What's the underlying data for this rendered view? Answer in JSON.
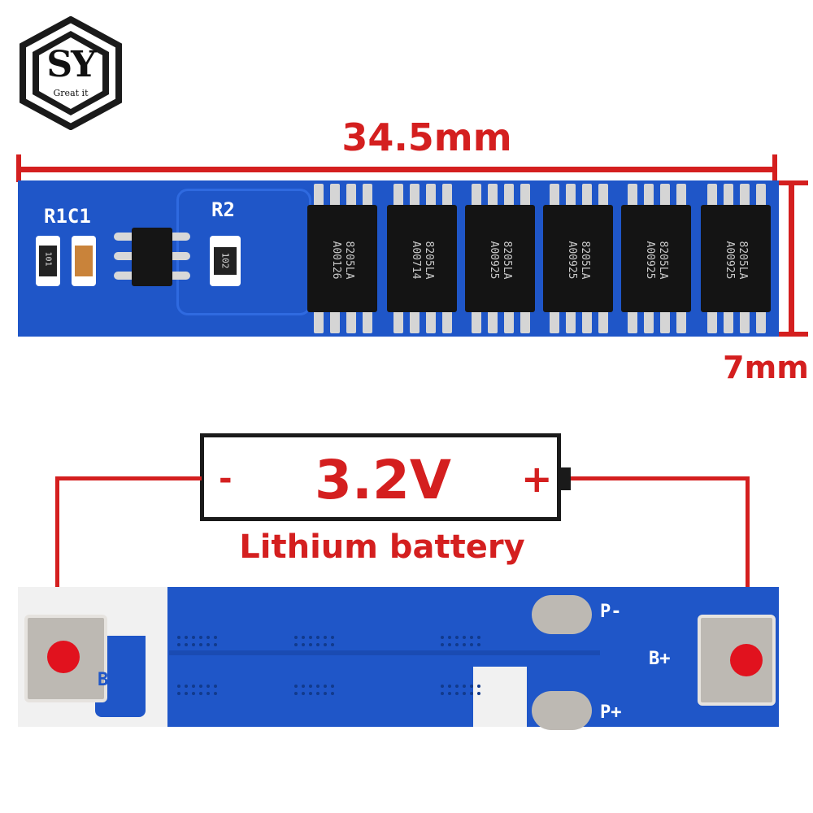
{
  "logo": {
    "letters": "SY",
    "tagline": "Great it"
  },
  "dimensions": {
    "length": "34.5mm",
    "width": "7mm"
  },
  "top_board": {
    "silkscreen": {
      "r1c1": "R1C1",
      "r2": "R2",
      "r1_code": "101",
      "r2_code": "102"
    },
    "mosfets": [
      {
        "line1": "8205LA",
        "line2": "A00126"
      },
      {
        "line1": "8205LA",
        "line2": "A00714"
      },
      {
        "line1": "8205LA",
        "line2": "A00925"
      },
      {
        "line1": "8205LA",
        "line2": "A00925"
      },
      {
        "line1": "8205LA",
        "line2": "A00925"
      },
      {
        "line1": "8205LA",
        "line2": "A00925"
      }
    ]
  },
  "battery": {
    "voltage": "3.2V",
    "minus": "-",
    "plus": "+",
    "caption": "Lithium battery"
  },
  "bottom_board": {
    "b_minus": "B-",
    "b_plus": "B+",
    "p_minus": "P-",
    "p_plus": "P+"
  },
  "colors": {
    "pcb_blue": "#1f56c8",
    "accent_red": "#d41f1f"
  }
}
